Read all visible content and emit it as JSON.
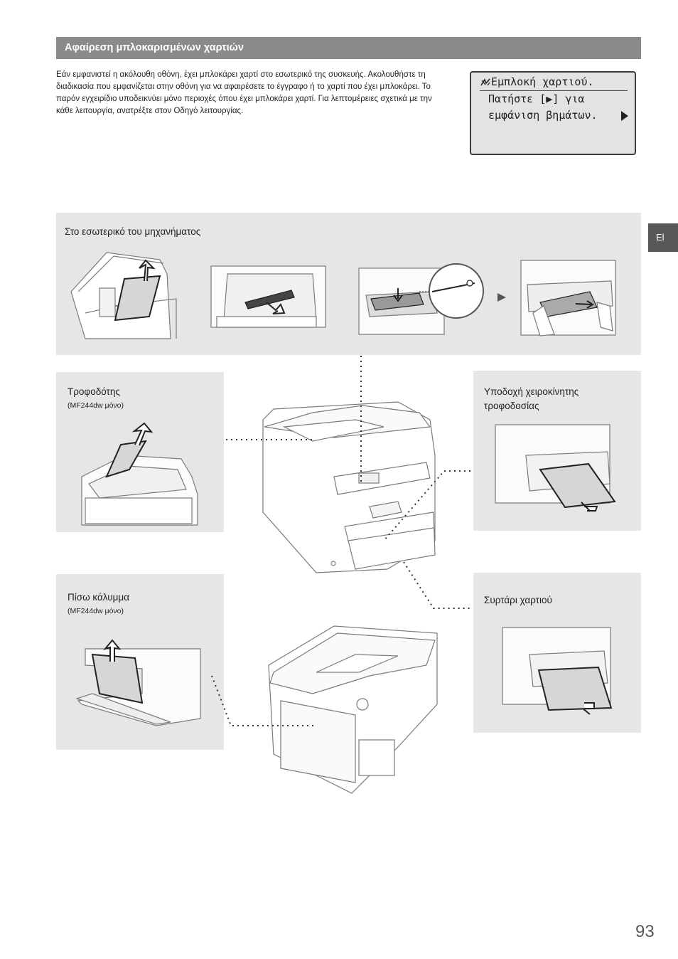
{
  "section_title": "Αφαίρεση μπλοκαρισμένων χαρτιών",
  "intro_text": "Εάν εμφανιστεί η ακόλουθη οθόνη, έχει μπλοκάρει χαρτί στο εσωτερικό της συσκευής. Ακολουθήστε τη διαδικασία που εμφανίζεται στην οθόνη για να αφαιρέσετε το έγγραφο ή το χαρτί που έχει μπλοκάρει. Το παρόν εγχειρίδιο υποδεικνύει μόνο περιοχές όπου έχει μπλοκάρει χαρτί. Για λεπτομέρειες σχετικά με την κάθε λειτουργία, ανατρέξτε στον Οδηγό λειτουργίας.",
  "lcd": {
    "line1": "Εμπλοκή χαρτιού.",
    "line2_a": "Πατήστε [",
    "line2_b": "] για",
    "line3": "εμφάνιση βημάτων."
  },
  "lang_tab": "El",
  "areas": {
    "inside": "Στο εσωτερικό του μηχανήματος",
    "feeder": "Τροφοδότης",
    "feeder_note": "(MF244dw μόνο)",
    "manual_slot": "Υποδοχή χειροκίνητης τροφοδοσίας",
    "back_cover": "Πίσω κάλυμμα",
    "back_cover_note": "(MF244dw μόνο)",
    "paper_drawer": "Συρτάρι χαρτιού"
  },
  "page_number": "93",
  "colors": {
    "header": "#8a8a8d",
    "panel": "#e6e6e6",
    "tab": "#58585a"
  }
}
